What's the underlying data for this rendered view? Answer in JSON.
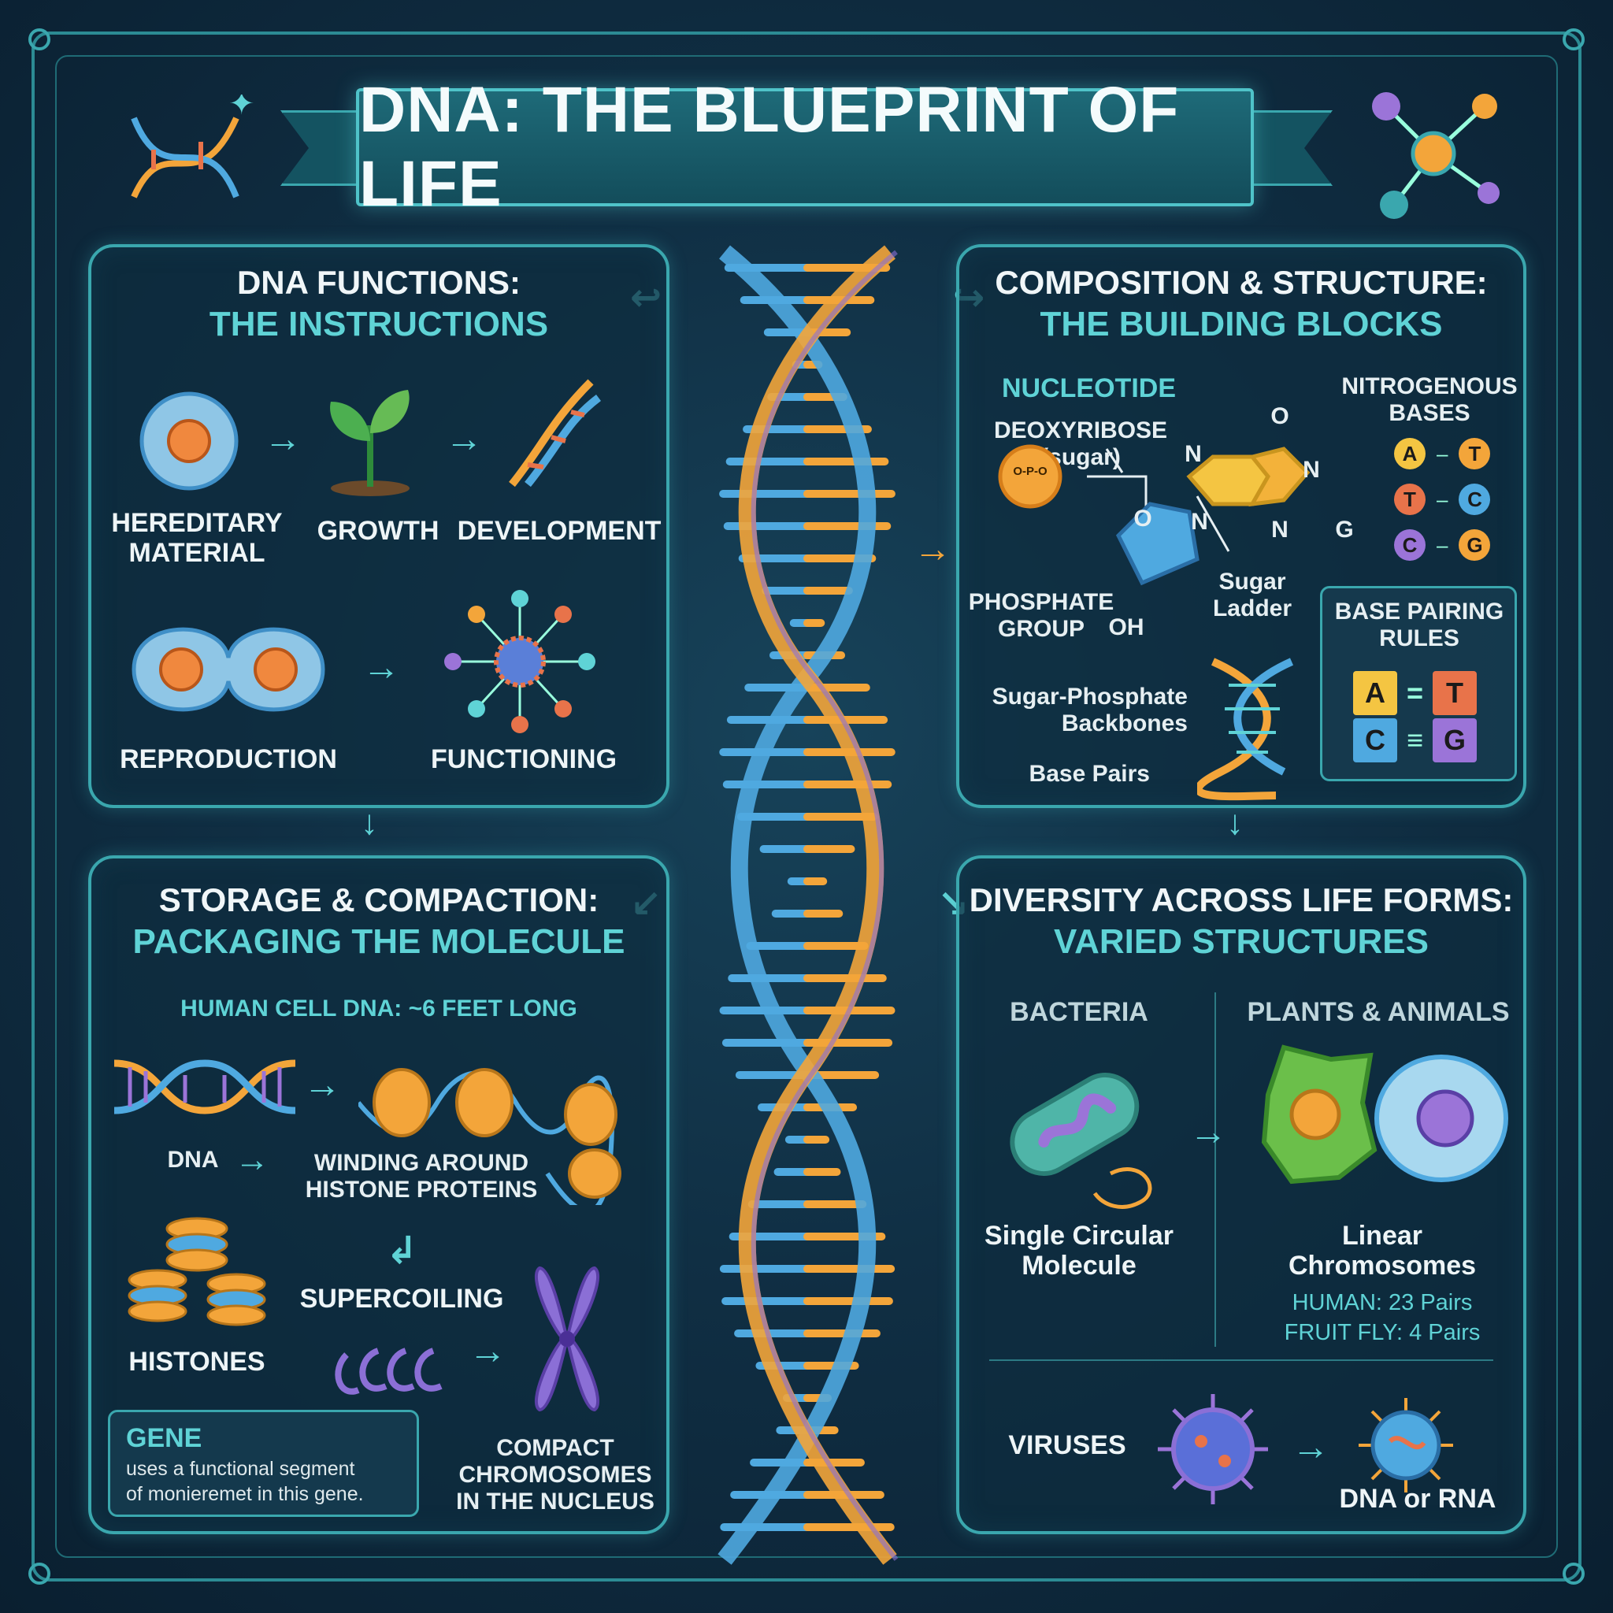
{
  "title": "DNA: THE BLUEPRINT OF LIFE",
  "colors": {
    "background": "#102f44",
    "panel_border": "#3aa7ae",
    "accent_teal": "#5fd3d6",
    "helix_orange": "#f3a53a",
    "helix_blue": "#4fa9e0",
    "helix_purple": "#8b6fd6",
    "base_A": "#f4c542",
    "base_T": "#e8734a",
    "base_C": "#4fa9e0",
    "base_G": "#9b74d8"
  },
  "functions": {
    "heading": "DNA FUNCTIONS:",
    "subheading": "THE INSTRUCTIONS",
    "items": {
      "hereditary": "HEREDITARY\nMATERIAL",
      "growth": "GROWTH",
      "development": "DEVELOPMENT",
      "reproduction": "REPRODUCTION",
      "functioning": "FUNCTIONING"
    }
  },
  "composition": {
    "heading": "COMPOSITION & STRUCTURE:",
    "subheading": "THE BUILDING BLOCKS",
    "nucleotide": "NUCLEOTIDE",
    "deoxyribose": "DEOXYRIBOSE\n(sugar)",
    "nitrogenous": "NITROGENOUS\nBASES",
    "phosphate": "PHOSPHATE\nGROUP",
    "oh": "OH",
    "sugar_ladder": "Sugar\nLadder",
    "backbones": "Sugar-Phosphate\nBackbones",
    "base_pairs": "Base Pairs",
    "o_top": "O",
    "o_ring": "O",
    "phos_inner": "O-P-O",
    "n_labels": [
      "N",
      "N",
      "N",
      "N",
      "G"
    ],
    "pairs": [
      [
        "A",
        "T"
      ],
      [
        "T",
        "C"
      ],
      [
        "C",
        "G"
      ]
    ],
    "rules_title": "BASE PAIRING\nRULES",
    "rules": [
      [
        "A",
        "T"
      ],
      [
        "C",
        "G"
      ]
    ]
  },
  "storage": {
    "heading": "STORAGE & COMPACTION:",
    "subheading": "PACKAGING THE MOLECULE",
    "note": "HUMAN CELL DNA: ~6 FEET LONG",
    "dna": "DNA",
    "winding": "WINDING AROUND\nHISTONE PROTEINS",
    "histones": "HISTONES",
    "supercoiling": "SUPERCOILING",
    "compact": "COMPACT\nCHROMOSOMES\nIN THE NUCLEUS",
    "gene_title": "GENE",
    "gene_text": "uses a functional segment\nof monieremet in this gene."
  },
  "diversity": {
    "heading": "DIVERSITY ACROSS LIFE FORMS:",
    "subheading": "VARIED STRUCTURES",
    "bacteria": "BACTERIA",
    "plants_animals": "PLANTS & ANIMALS",
    "single_circular": "Single Circular\nMolecule",
    "linear": "Linear\nChromosomes",
    "human_pairs": "HUMAN: 23 Pairs",
    "fly_pairs": "FRUIT FLY: 4 Pairs",
    "viruses": "VIRUSES",
    "dna_or_rna": "DNA or RNA"
  }
}
